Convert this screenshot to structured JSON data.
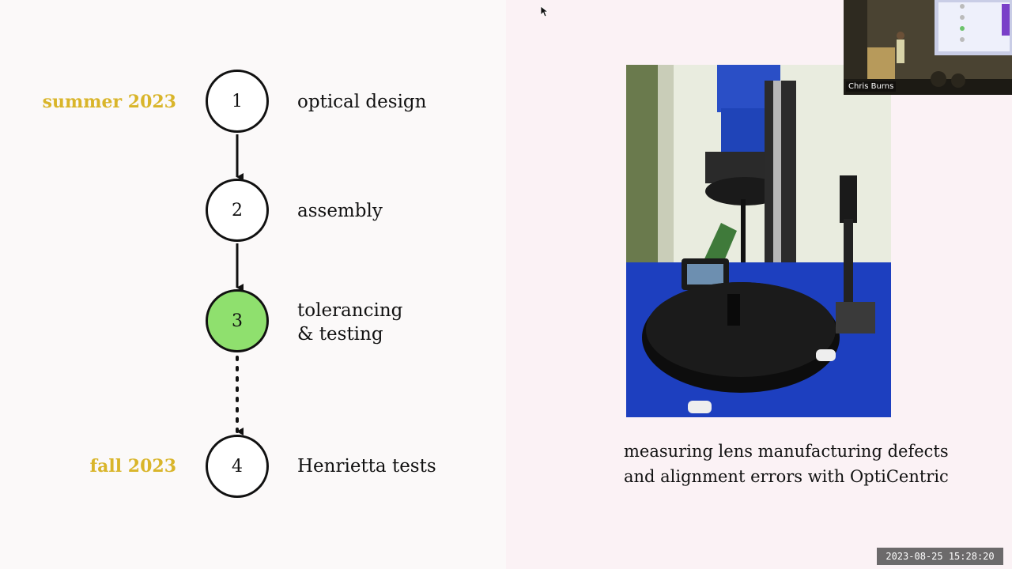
{
  "timeline": {
    "steps": [
      {
        "number": "1",
        "label": "optical design",
        "date": "summer 2023",
        "active": false
      },
      {
        "number": "2",
        "label": "assembly",
        "date": "",
        "active": false
      },
      {
        "number": "3",
        "label": "tolerancing",
        "label2": "& testing",
        "date": "",
        "active": true
      },
      {
        "number": "4",
        "label": "Henrietta tests",
        "date": "fall 2023",
        "active": false
      }
    ],
    "colors": {
      "date": "#d9b52a",
      "active_node": "#8fe06e"
    }
  },
  "photo": {
    "icon": "lab-instrument-photo",
    "caption_line1": "measuring lens manufacturing defects",
    "caption_line2": "and alignment errors with OptiCentric"
  },
  "video": {
    "participant_name": "Chris Burns"
  },
  "recording": {
    "timestamp": "2023-08-25  15:28:20"
  }
}
